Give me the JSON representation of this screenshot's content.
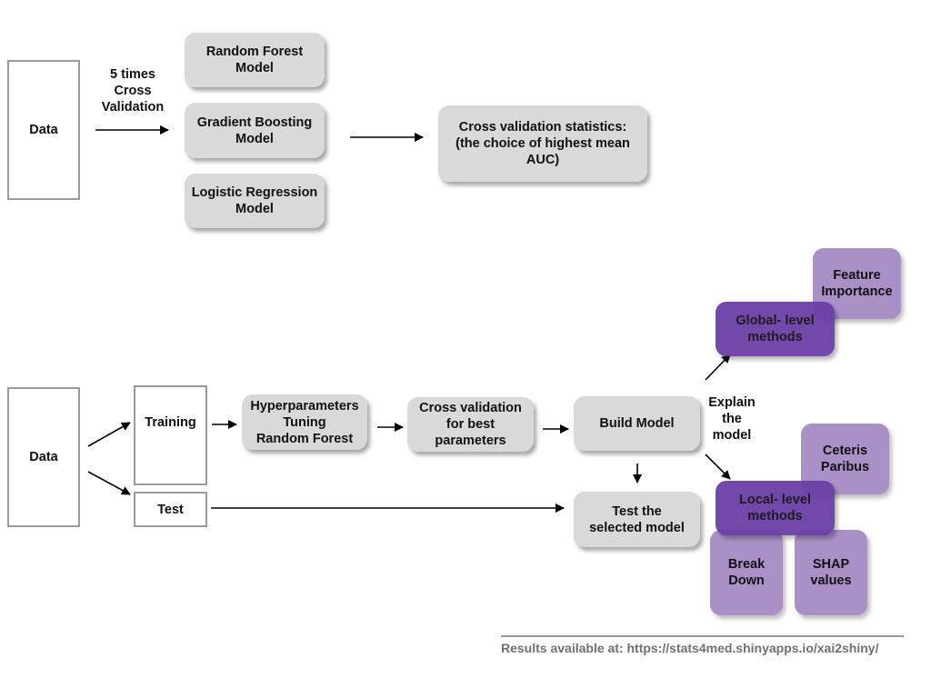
{
  "top": {
    "data_label": "Data",
    "cv_label": "5 times\nCross\nValidation",
    "models": [
      "Random Forest\nModel",
      "Gradient Boosting\nModel",
      "Logistic Regression\nModel"
    ],
    "cv_stats": "Cross validation statistics:\n(the choice of highest mean\nAUC)"
  },
  "bottom": {
    "data_label": "Data",
    "training_label": "Training",
    "test_label": "Test",
    "hyper_label": "Hyperparameters\nTuning\nRandom Forest",
    "cvbest_label": "Cross validation\nfor best\nparameters",
    "build_label": "Build Model",
    "test_selected_label": "Test the\nselected model",
    "explain_label": "Explain\nthe\nmodel",
    "feature_importance": "Feature\nImportance",
    "global_methods": "Global- level\nmethods",
    "ceteris_paribus": "Ceteris\nParibus",
    "local_methods": "Local- level\nmethods",
    "break_down": "Break\nDown",
    "shap_values": "SHAP\nvalues"
  },
  "footer": {
    "text": "Results available at: https://stats4med.shinyapps.io/xai2shiny/"
  },
  "colors": {
    "gray_box": "#d9d9d9",
    "lavender": "#a990c6",
    "deep_purple": "#6b3fa6",
    "outline": "#9a9a9a"
  }
}
